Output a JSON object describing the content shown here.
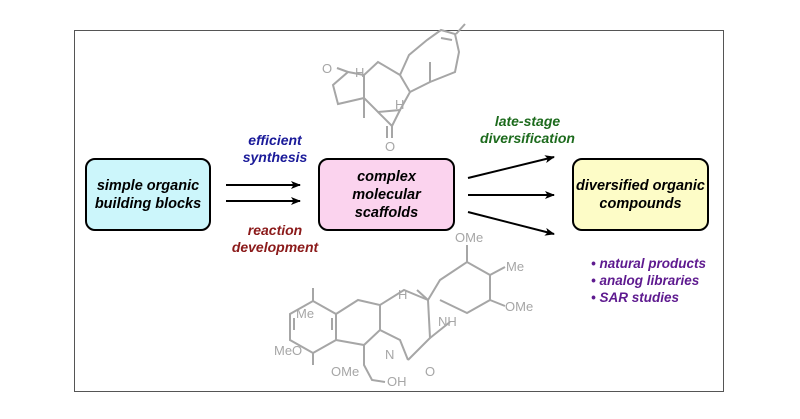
{
  "boxes": {
    "simple": "simple organic\nbuilding blocks",
    "complex": "complex\nmolecular scaffolds",
    "diversified": "diversified organic\ncompounds"
  },
  "labels": {
    "efficient": "efficient\nsynthesis",
    "reaction": "reaction\ndevelopment",
    "late_stage": "late-stage\ndiversification"
  },
  "applications": [
    "natural products",
    "analog libraries",
    "SAR studies"
  ],
  "molecule_labels": {
    "top": [
      "O",
      "H",
      "H",
      "O"
    ],
    "bottom": [
      "OMe",
      "Me",
      "OMe",
      "Me",
      "H",
      "NH",
      "MeO",
      "N",
      "O",
      "OMe",
      "OH"
    ]
  },
  "colors": {
    "simple_box": "#ccf6fb",
    "complex_box": "#fbd3ee",
    "diversified_box": "#fdfcc7",
    "efficient": "#1a1a99",
    "reaction": "#8b1a1a",
    "late_stage": "#1d6b1d",
    "applications": "#5e1a8f",
    "molecule": "#a6a6a6"
  }
}
